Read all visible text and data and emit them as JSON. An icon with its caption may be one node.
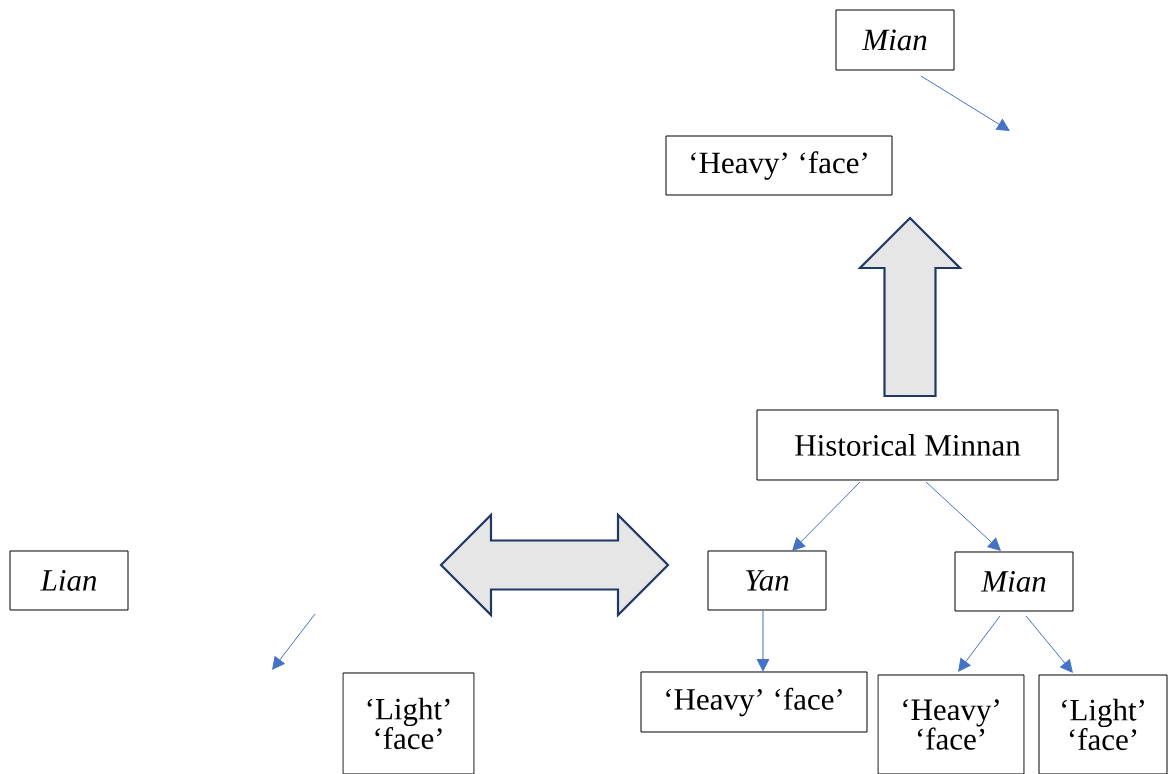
{
  "diagram": {
    "nodes": [
      {
        "text": [
          "Mian"
        ]
      },
      {
        "text": [
          "‘Heavy’ ‘face’"
        ]
      },
      {
        "text": [
          "Historical Minnan"
        ]
      },
      {
        "text": [
          "Lian"
        ]
      },
      {
        "text": [
          "Yan"
        ]
      },
      {
        "text": [
          "Mian"
        ]
      },
      {
        "text": [
          "‘Light’ ‘face’"
        ]
      },
      {
        "text": [
          "‘Heavy’ ‘face’"
        ]
      },
      {
        "text": [
          "‘Heavy’ ‘face’"
        ]
      },
      {
        "text": [
          "‘Light’ ‘face’"
        ]
      }
    ],
    "edges": [
      {
        "from": 0,
        "to": null,
        "arrow": "to"
      },
      {
        "from": 2,
        "to": 1,
        "arrow": "to",
        "style": "thick",
        "color": "#1f3864"
      },
      {
        "from": 2,
        "to": 4,
        "arrow": "to"
      },
      {
        "from": 2,
        "to": 5,
        "arrow": "to"
      },
      {
        "from": 4,
        "to": 7,
        "arrow": "to"
      },
      {
        "from": 5,
        "to": 8,
        "arrow": "to"
      },
      {
        "from": 5,
        "to": 9,
        "arrow": "to"
      }
    ]
  }
}
